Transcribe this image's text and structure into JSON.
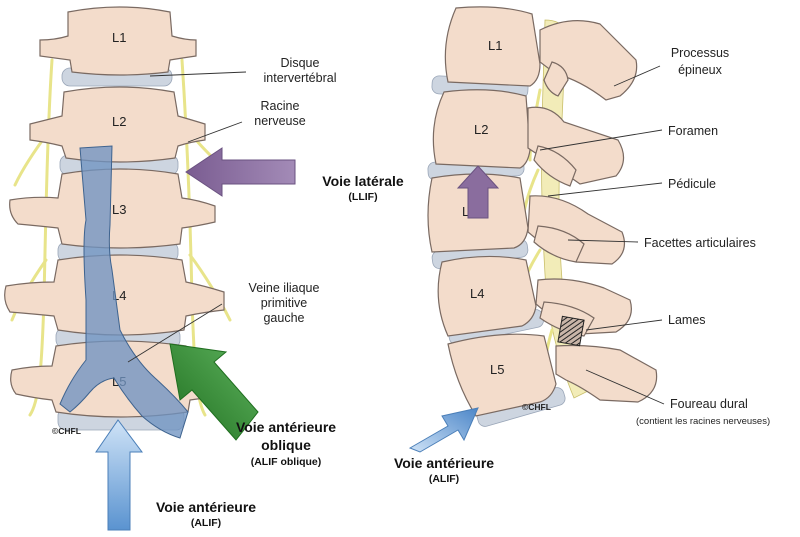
{
  "vertebrae_front": [
    "L1",
    "L2",
    "L3",
    "L4",
    "L5"
  ],
  "vertebrae_side": [
    "L1",
    "L2",
    "L",
    "L4",
    "L5"
  ],
  "labels_left": {
    "disque": [
      "Disque",
      "intervertébral"
    ],
    "racine": [
      "Racine",
      "nerveuse"
    ],
    "veine": [
      "Veine iliaque",
      "primitive",
      "gauche"
    ]
  },
  "labels_right": {
    "processus": [
      "Processus",
      "épineux"
    ],
    "foramen": "Foramen",
    "pedicule": "Pédicule",
    "facettes": "Facettes articulaires",
    "lames": "Lames",
    "foureau": "Foureau dural",
    "foureau_sub": "(contient les racines nerveuses)"
  },
  "approaches": {
    "laterale": {
      "title": "Voie latérale",
      "sub": "(LLIF)"
    },
    "anterieure_oblique": {
      "title1": "Voie antérieure",
      "title2": "oblique",
      "sub": "(ALIF oblique)"
    },
    "anterieure_left": {
      "title": "Voie antérieure",
      "sub": "(ALIF)"
    },
    "anterieure_right": {
      "title": "Voie antérieure",
      "sub": "(ALIF)"
    }
  },
  "copyright": "©CHFL",
  "colors": {
    "bone": "#f3dccb",
    "disc": "#cdd5e0",
    "vein": "#6f94c2",
    "nerve": "#e8e48a",
    "arrow_purple": "#8a6d9e",
    "arrow_green": "#2f8a2f",
    "arrow_blue": "#6fa8dc"
  }
}
